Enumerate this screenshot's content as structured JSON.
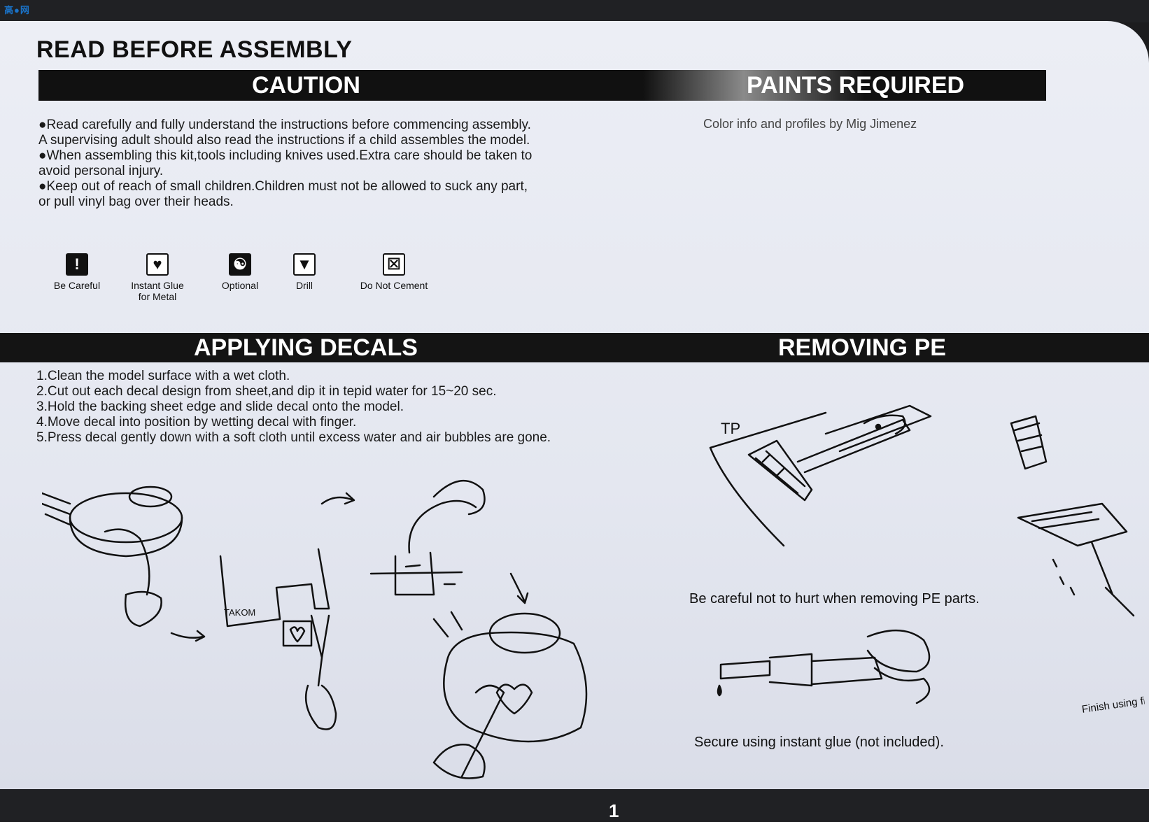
{
  "watermark": "高●网",
  "title": "READ BEFORE ASSEMBLY",
  "caution": {
    "heading": "CAUTION",
    "lines": [
      "●Read carefully and fully understand the instructions before commencing assembly.",
      "A supervising adult should also read the instructions if a child assembles the model.",
      "●When assembling this kit,tools including knives used.Extra care should be taken to",
      "avoid personal injury.",
      "●Keep out of reach of small children.Children must not be allowed to suck any part,",
      "or pull vinyl bag over their heads."
    ]
  },
  "paints": {
    "heading": "PAINTS REQUIRED",
    "subtitle": "Color info and profiles by Mig Jimenez"
  },
  "icons": [
    {
      "label": "Be Careful",
      "icon": "exclamation-icon"
    },
    {
      "label": "Instant Glue",
      "label2": "for Metal",
      "icon": "broken-heart-icon"
    },
    {
      "label": "Optional",
      "icon": "yin-yang-icon"
    },
    {
      "label": "Drill",
      "icon": "drill-icon"
    },
    {
      "label": "Do Not Cement",
      "icon": "no-cement-icon"
    }
  ],
  "decals": {
    "heading": "APPLYING DECALS",
    "steps": [
      "1.Clean the model surface with a wet cloth.",
      "2.Cut out each decal design from sheet,and dip it in tepid water for 15~20 sec.",
      "3.Hold the backing sheet edge and slide decal onto the model.",
      "4.Move decal into position by wetting decal with finger.",
      "5.Press decal gently down with a soft cloth until excess water and air bubbles are gone."
    ],
    "sheet_label": "TAKOM"
  },
  "pe": {
    "heading": "REMOVING PE",
    "fret_label": "TP",
    "caption_remove": "Be careful not to hurt when removing PE parts.",
    "caption_glue": "Secure using instant glue (not included).",
    "caption_file": "Finish using file."
  },
  "page_number": "1"
}
